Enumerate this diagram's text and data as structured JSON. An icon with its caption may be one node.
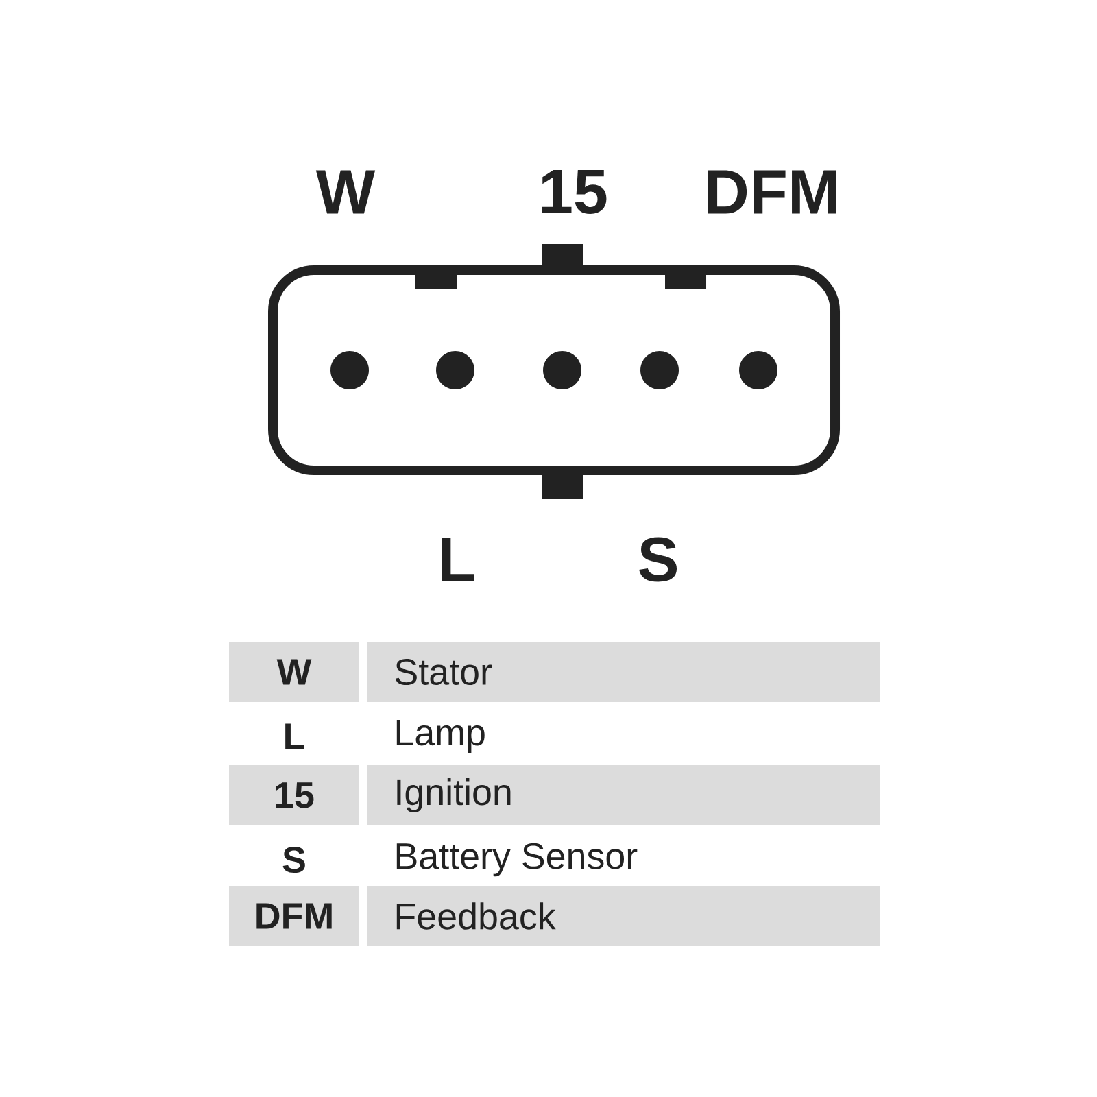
{
  "diagram": {
    "labels": [
      "W",
      "15",
      "DFM",
      "L",
      "S",
      "W",
      "Stator",
      "L",
      "Lamp",
      "15",
      "Ignition",
      "S",
      "Battery Sensor",
      "DFM",
      "Feedback"
    ]
  }
}
